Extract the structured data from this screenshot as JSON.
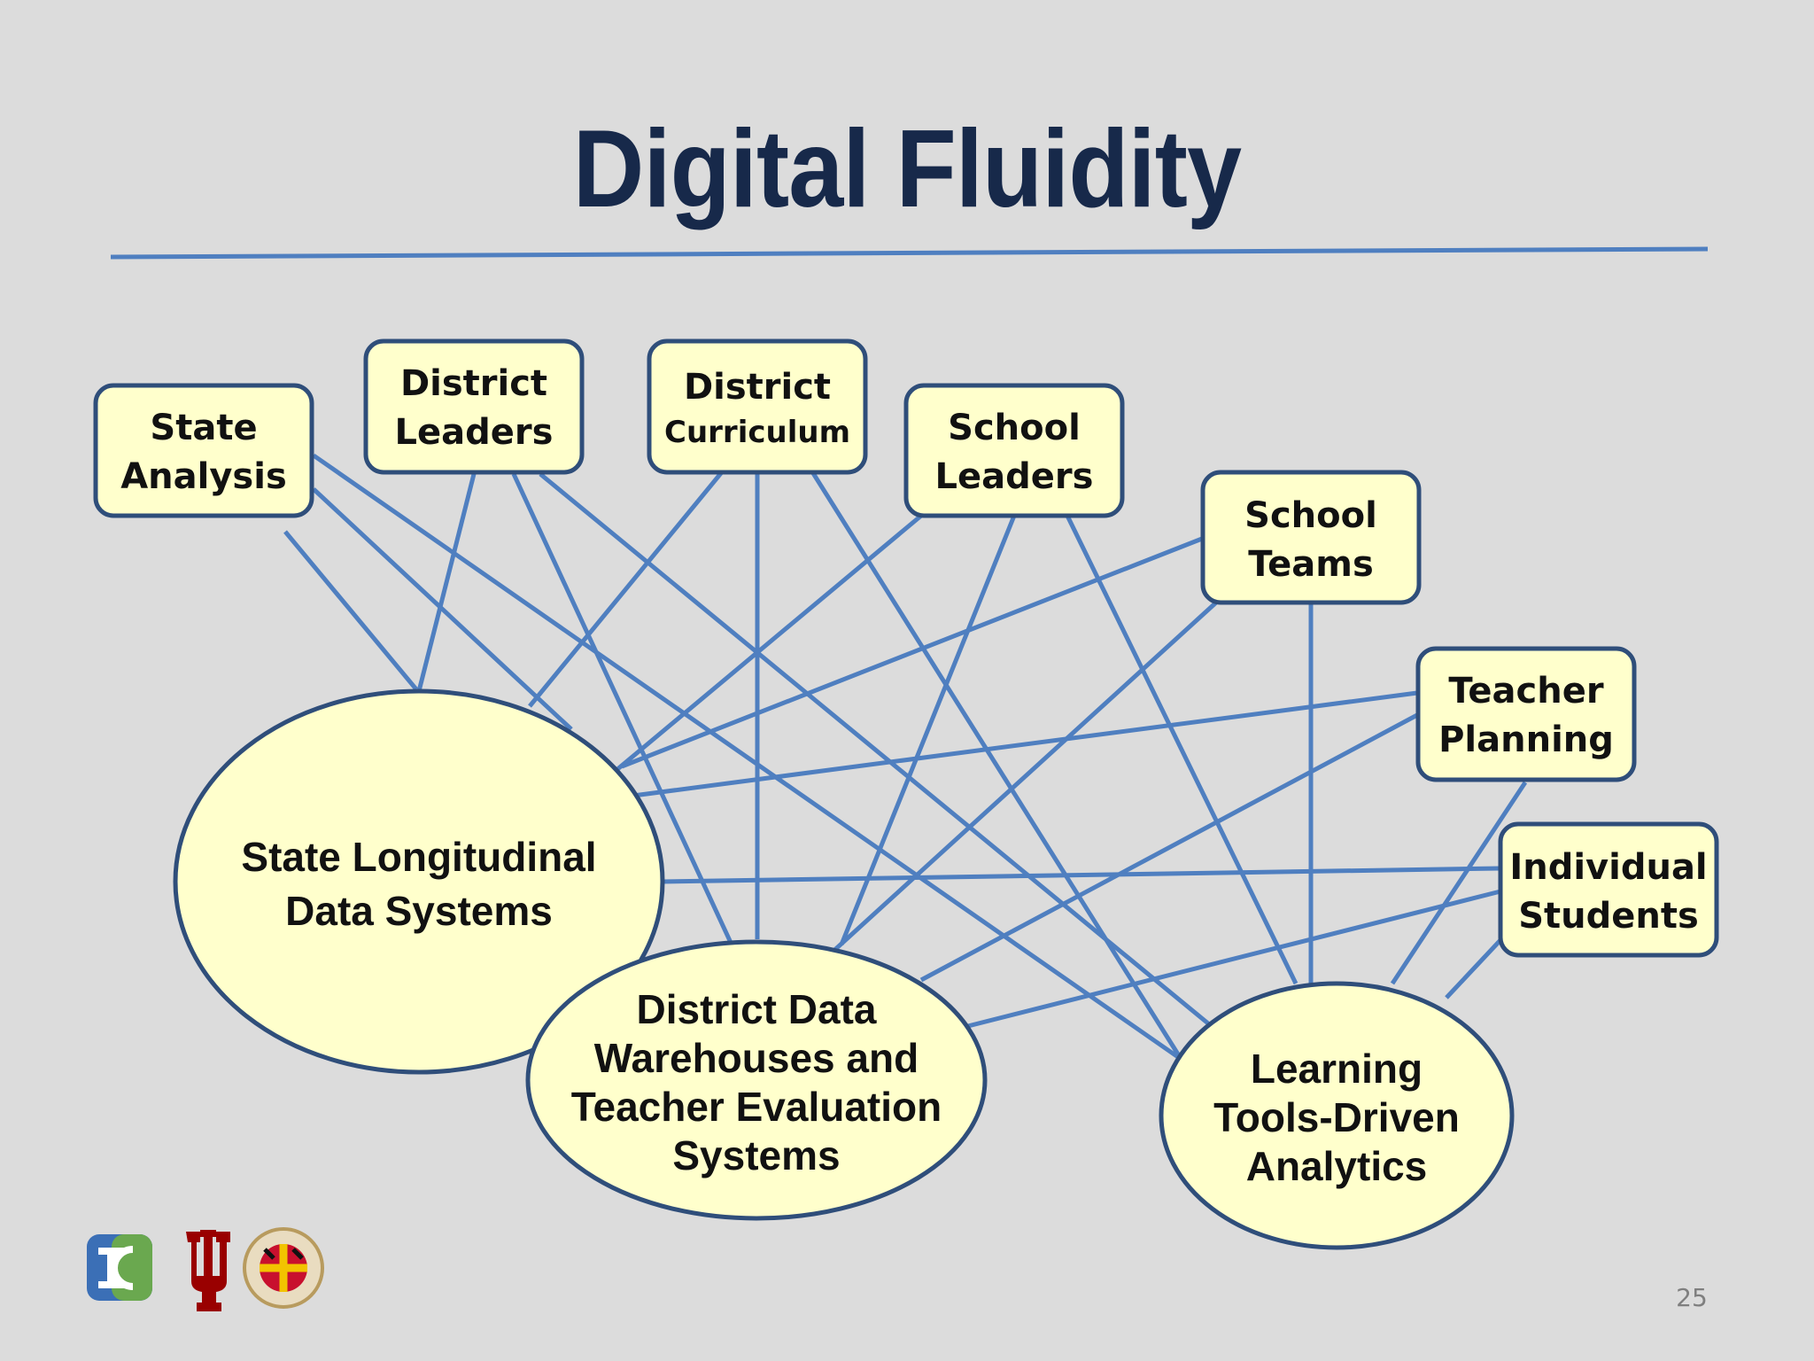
{
  "title": "Digital Fluidity",
  "page_number": "25",
  "colors": {
    "background": "#dcdcdc",
    "title": "#17294a",
    "rule": "#4f7fc0",
    "connector": "#4f7fc0",
    "node_fill": "#ffffcc",
    "node_stroke": "#2f4e7a"
  },
  "nodes": {
    "state_analysis": [
      "State",
      "Analysis"
    ],
    "district_leaders": [
      "District",
      "Leaders"
    ],
    "district_curriculum": [
      "District",
      "Curriculum"
    ],
    "school_leaders": [
      "School",
      "Leaders"
    ],
    "school_teams": [
      "School",
      "Teams"
    ],
    "teacher_planning": [
      "Teacher",
      "Planning"
    ],
    "individual_students": [
      "Individual",
      "Students"
    ],
    "state_longitudinal": [
      "State Longitudinal",
      "Data Systems"
    ],
    "district_warehouses": [
      "District Data",
      "Warehouses and",
      "Teacher Evaluation",
      "Systems"
    ],
    "learning_tools": [
      "Learning",
      "Tools-Driven",
      "Analytics"
    ]
  },
  "logos": [
    "ic-logo",
    "iu-trident-logo",
    "university-system-of-maryland-seal"
  ]
}
